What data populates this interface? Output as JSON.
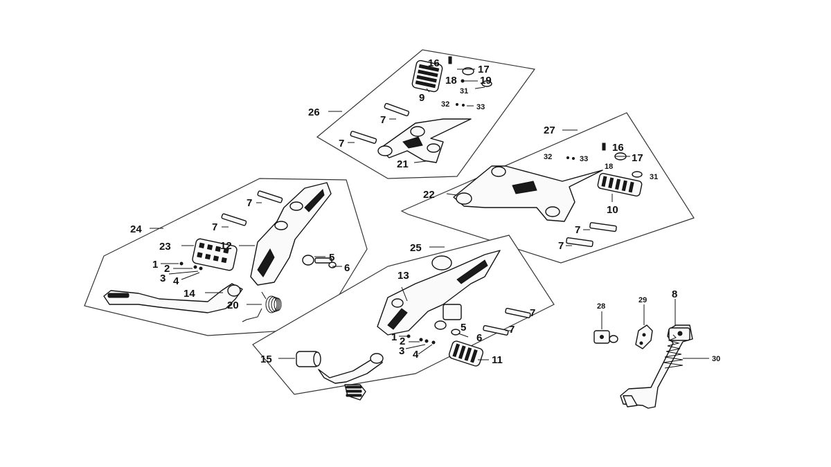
{
  "groups": [
    {
      "id": "g26",
      "label": "26"
    },
    {
      "id": "g27",
      "label": "27"
    },
    {
      "id": "g24",
      "label": "24"
    },
    {
      "id": "g25",
      "label": "25"
    }
  ],
  "callouts": {
    "g26": [
      "16",
      "17",
      "18",
      "19",
      "31",
      "9",
      "32",
      "33",
      "7",
      "7",
      "21"
    ],
    "g27": [
      "32",
      "33",
      "16",
      "17",
      "18",
      "31",
      "22",
      "10",
      "7",
      "7"
    ],
    "g24": [
      "7",
      "7",
      "23",
      "12",
      "1",
      "2",
      "3",
      "4",
      "5",
      "6",
      "14",
      "20"
    ],
    "g25": [
      "13",
      "7",
      "5",
      "7",
      "1",
      "2",
      "6",
      "3",
      "4",
      "11",
      "15"
    ],
    "stand": [
      "28",
      "29",
      "8",
      "30"
    ]
  }
}
